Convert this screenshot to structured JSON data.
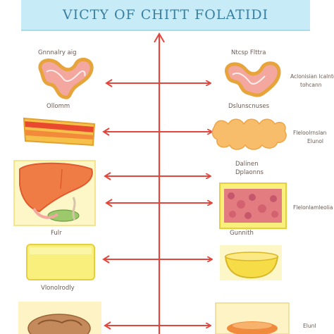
{
  "title": "VICTY OF CHITT FOLATIDI",
  "left_items": [
    {
      "label_top": "Gnnnalry aig",
      "label_bottom": "Ollomm"
    },
    {
      "label_top": "",
      "label_bottom": ""
    },
    {
      "label_top": "",
      "label_bottom": "Fulr"
    },
    {
      "label_top": "",
      "label_bottom": ""
    },
    {
      "label_top": "",
      "label_bottom": "Vlonolrodly"
    }
  ],
  "right_items": [
    {
      "label_top": "Ntcsp Flttra",
      "label_side": "Aclonisian lcalnto",
      "label_side2": "tohcann",
      "label_bottom": "Dslunscnuses"
    },
    {
      "label_top": "",
      "label_side": "Fleloolrnslan",
      "label_side2": "Elunol",
      "label_bottom": "Dalinen"
    },
    {
      "label_top": "",
      "label_side": "Flelonlamleolia",
      "label_side2": "",
      "label_bottom": "Dplaonns"
    },
    {
      "label_top": "",
      "label_side": "",
      "label_side2": "",
      "label_bottom": "Gunnith"
    },
    {
      "label_top": "",
      "label_side": "Elunl",
      "label_side2": "",
      "label_bottom": ""
    }
  ],
  "colors": {
    "arrow": "#e2463d",
    "banner": "#c7ecf8",
    "intestine_fill": "#f3a79f",
    "intestine_outline": "#e6a43a",
    "liver": "#f07c45",
    "yellow": "#f9ef7c"
  }
}
